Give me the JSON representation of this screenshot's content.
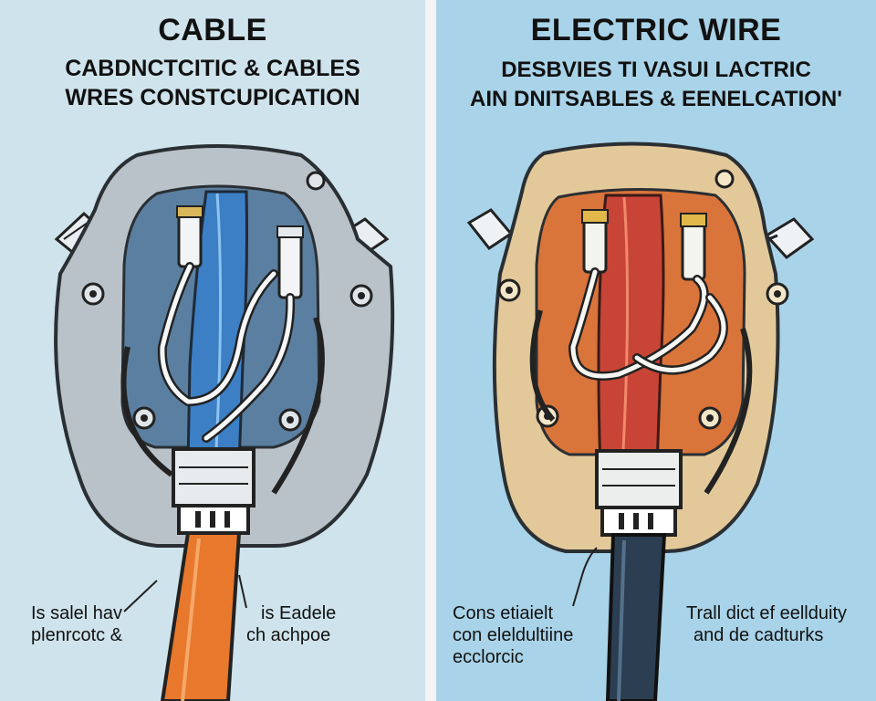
{
  "panels": [
    {
      "title": "CABLE",
      "subtitle_lines": [
        "CABDNCTCITIC & CABLES",
        "WRES CONSTCUPICATION"
      ],
      "captions": [
        [
          "Is salel hav",
          "plenrcotc &"
        ],
        [
          "is Eadele",
          "ch achpoe"
        ]
      ],
      "background": "#cfe3ec",
      "housing_color": "#b9c2c8",
      "inner_color": "#5b7fa0",
      "main_wire_color": "#3c7fc4",
      "cable_color": "#e8782c"
    },
    {
      "title": "ELECTRIC WIRE",
      "subtitle_lines": [
        "DESBVIES TI VASUI LACTRIC",
        "AIN DNITSABLES & EENELCATION'"
      ],
      "captions": [
        [
          "Cons etiaielt",
          "con eleldultiine",
          "ecclorcic"
        ],
        [
          "Trall dict ef eellduity",
          "and de cadturks"
        ]
      ],
      "background": "#a9d3e8",
      "housing_color": "#e3c99a",
      "inner_color": "#d9743a",
      "main_wire_color": "#c84436",
      "cable_color": "#2c3f52"
    }
  ],
  "divider_color": "#f4f4f4"
}
